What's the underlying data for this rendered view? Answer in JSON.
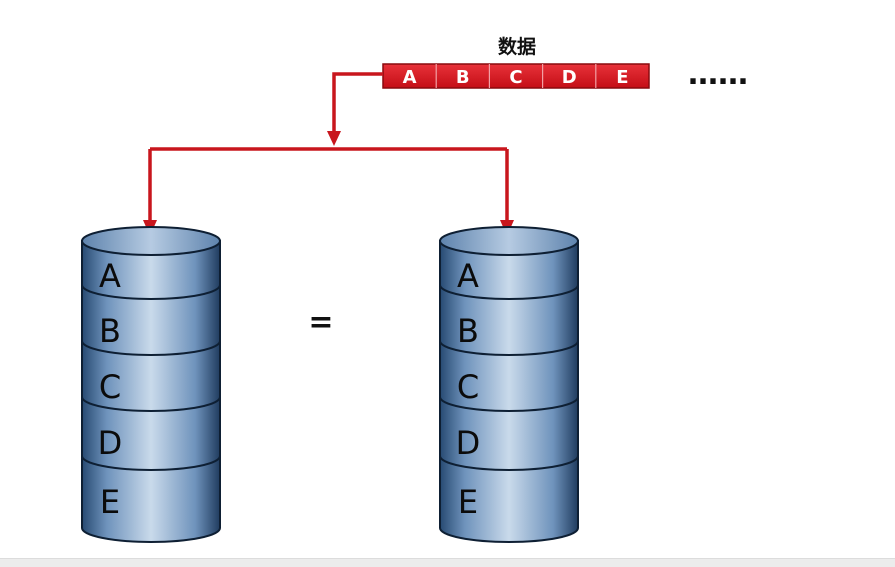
{
  "data_strip": {
    "title": "数据",
    "blocks": [
      "A",
      "B",
      "C",
      "D",
      "E"
    ],
    "continuation": "……",
    "fill_color": "#d8141c",
    "border_color": "#8a0a0e"
  },
  "arrow_color": "#c8161d",
  "disks": [
    {
      "blocks": [
        "A",
        "B",
        "C",
        "D",
        "E"
      ]
    },
    {
      "blocks": [
        "A",
        "B",
        "C",
        "D",
        "E"
      ]
    }
  ],
  "equals_sign": "=",
  "disk_colors": {
    "light": "#c5d7ea",
    "mid": "#6e93bb",
    "dark": "#203a5e",
    "line": "#0e1f33"
  }
}
